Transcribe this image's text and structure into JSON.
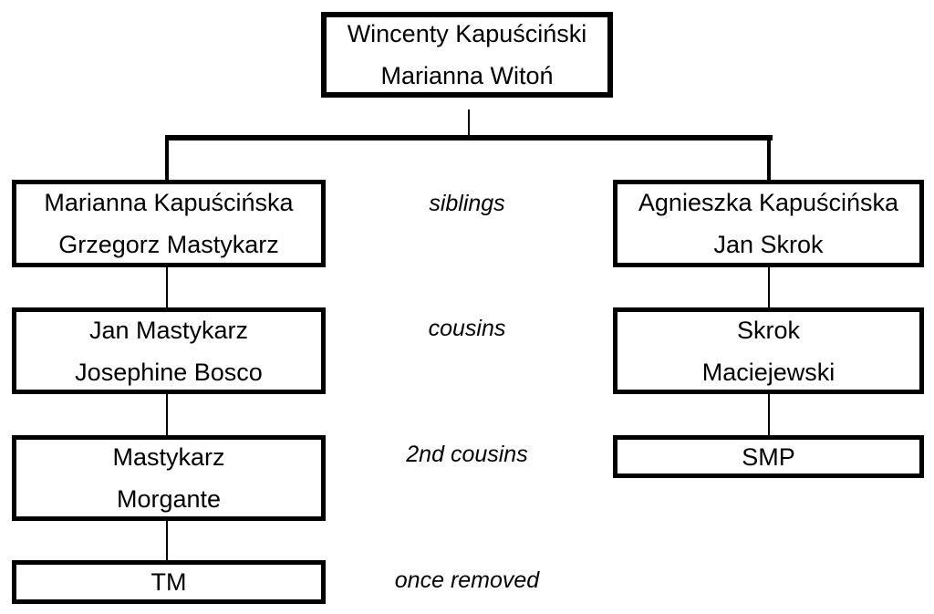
{
  "root": {
    "line1": "Wincenty Kapuściński",
    "line2": "Marianna Witoń"
  },
  "left": [
    {
      "line1": "Marianna Kapuścińska",
      "line2": "Grzegorz Mastykarz"
    },
    {
      "line1": "Jan Mastykarz",
      "line2": "Josephine Bosco"
    },
    {
      "line1": "Mastykarz",
      "line2": "Morgante"
    },
    {
      "line1": "TM"
    }
  ],
  "right": [
    {
      "line1": "Agnieszka Kapuścińska",
      "line2": "Jan Skrok"
    },
    {
      "line1": "Skrok",
      "line2": "Maciejewski"
    },
    {
      "line1": "SMP"
    }
  ],
  "relations": [
    "siblings",
    "cousins",
    "2nd cousins",
    "once removed"
  ]
}
